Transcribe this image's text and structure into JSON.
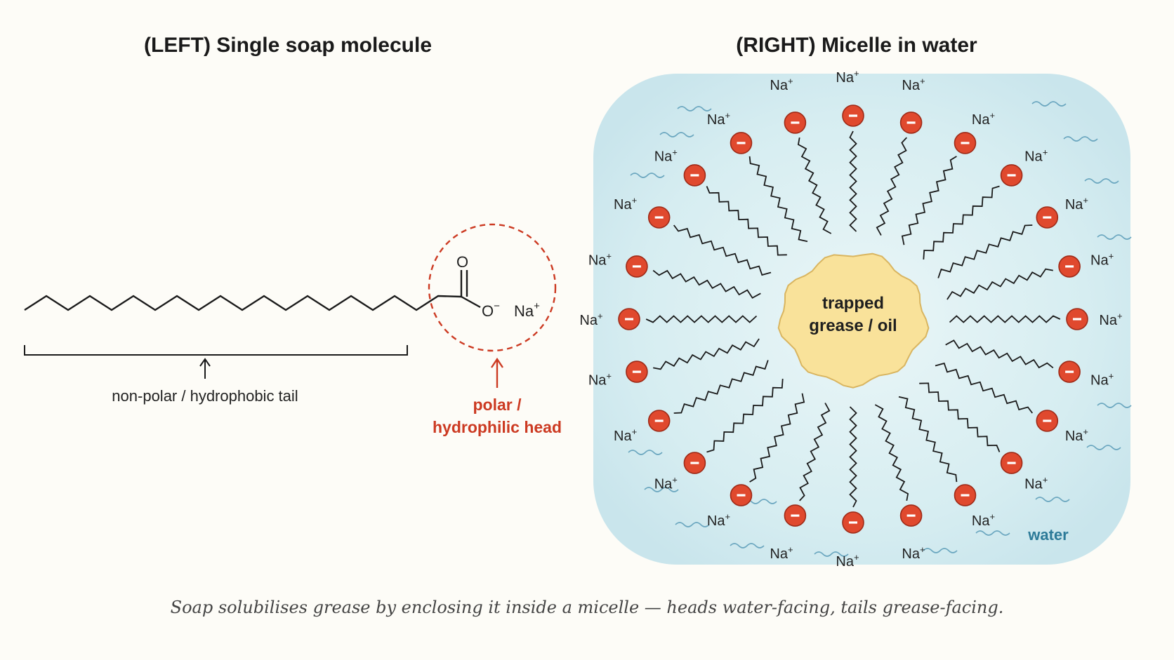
{
  "left": {
    "title": "(LEFT) Single soap molecule",
    "carbonyl_o": "O",
    "carboxylate_o": "O",
    "charge_minus": "−",
    "counter_ion": "Na",
    "counter_ion_charge": "+",
    "tail_label": "non-polar / hydrophobic tail",
    "head_label_line1": "polar /",
    "head_label_line2": "hydrophilic head"
  },
  "right": {
    "title": "(RIGHT) Micelle in water",
    "core_line1": "trapped",
    "core_line2": "grease / oil",
    "water_label": "water",
    "counter_ion": "Na",
    "counter_ion_charge": "+",
    "head_symbol": "−",
    "soap_molecule_count": 24
  },
  "caption": "Soap solubilises grease by enclosing it inside a micelle — heads water-facing, tails grease-facing.",
  "colors": {
    "head_red": "#e0492e",
    "accent_red": "#cc3a22",
    "grease_yellow": "#f9e29a",
    "water_blue": "#d7eef2",
    "wave_blue": "#6aa6bf"
  }
}
